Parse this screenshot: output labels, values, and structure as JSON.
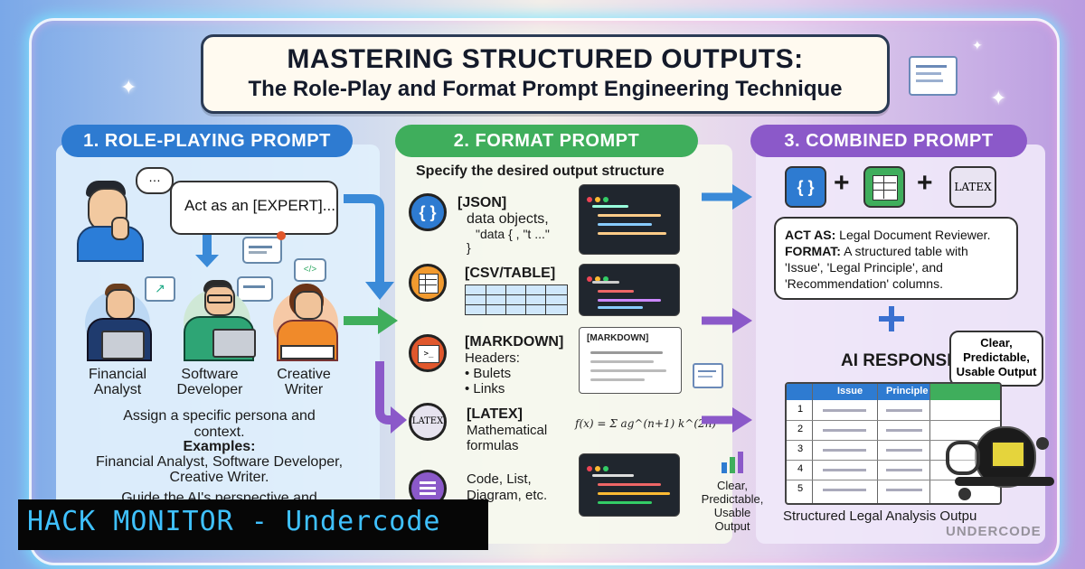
{
  "title": {
    "line1": "MASTERING STRUCTURED OUTPUTS:",
    "line2": "The Role-Play and Format Prompt Engineering Technique"
  },
  "section1": {
    "pill": "1. ROLE-PLAYING PROMPT",
    "speech": "Act as an [EXPERT]...",
    "personas": [
      "Financial\nAnalyst",
      "Software\nDeveloper",
      "Creative\nWriter"
    ],
    "desc1": "Assign a specific persona and",
    "desc2": "context.",
    "examples_label": "Examples:",
    "examples1": "Financial Analyst, Software Developer,",
    "examples2": "Creative Writer.",
    "guide": "Guide the AI's perspective and"
  },
  "section2": {
    "pill": "2. FORMAT PROMPT",
    "subtitle": "Specify the desired output structure",
    "items": [
      {
        "label": "[JSON]",
        "d1": "data objects,",
        "d2": "\"data {  ,  \"t ...\"",
        "d3": "}"
      },
      {
        "label": "[CSV/TABLE]"
      },
      {
        "label": "[MARKDOWN]",
        "d1": "Headers:",
        "d2": "• Bulets",
        "d3": "• Links"
      },
      {
        "label": "[LATEX]",
        "d1": "Mathematical",
        "d2": "formulas"
      },
      {
        "label": "Code, List,",
        "d1": "Diagram, etc."
      }
    ],
    "md_preview_title": "[MARKDOWN]",
    "formula": "f(x) = Σ ag^(n+1) k^(2n)",
    "clear_note": [
      "Clear,",
      "Predictable,",
      "Usable",
      "Output"
    ]
  },
  "section3": {
    "pill": "3. COMBINED PROMPT",
    "act_as_label": "ACT AS:",
    "act_as_value": " Legal Document Reviewer.",
    "format_label": "FORMAT:",
    "format_value1": " A structured table with",
    "format_value2": "'Issue', 'Legal Principle', and",
    "format_value3": "'Recommendation' columns.",
    "ai_response": "AI RESPONSE",
    "bubble": [
      "Clear,",
      "Predictable,",
      "Usable Output"
    ],
    "table_headers": [
      "Issue",
      "Principle"
    ],
    "table_rows": [
      "1",
      "2",
      "3",
      "4",
      "5"
    ],
    "caption": "Structured Legal Analysis Outpu"
  },
  "latex_icon": "LATEX",
  "brand": "HACK MONITOR - Undercode",
  "watermark": "UNDERCODE"
}
